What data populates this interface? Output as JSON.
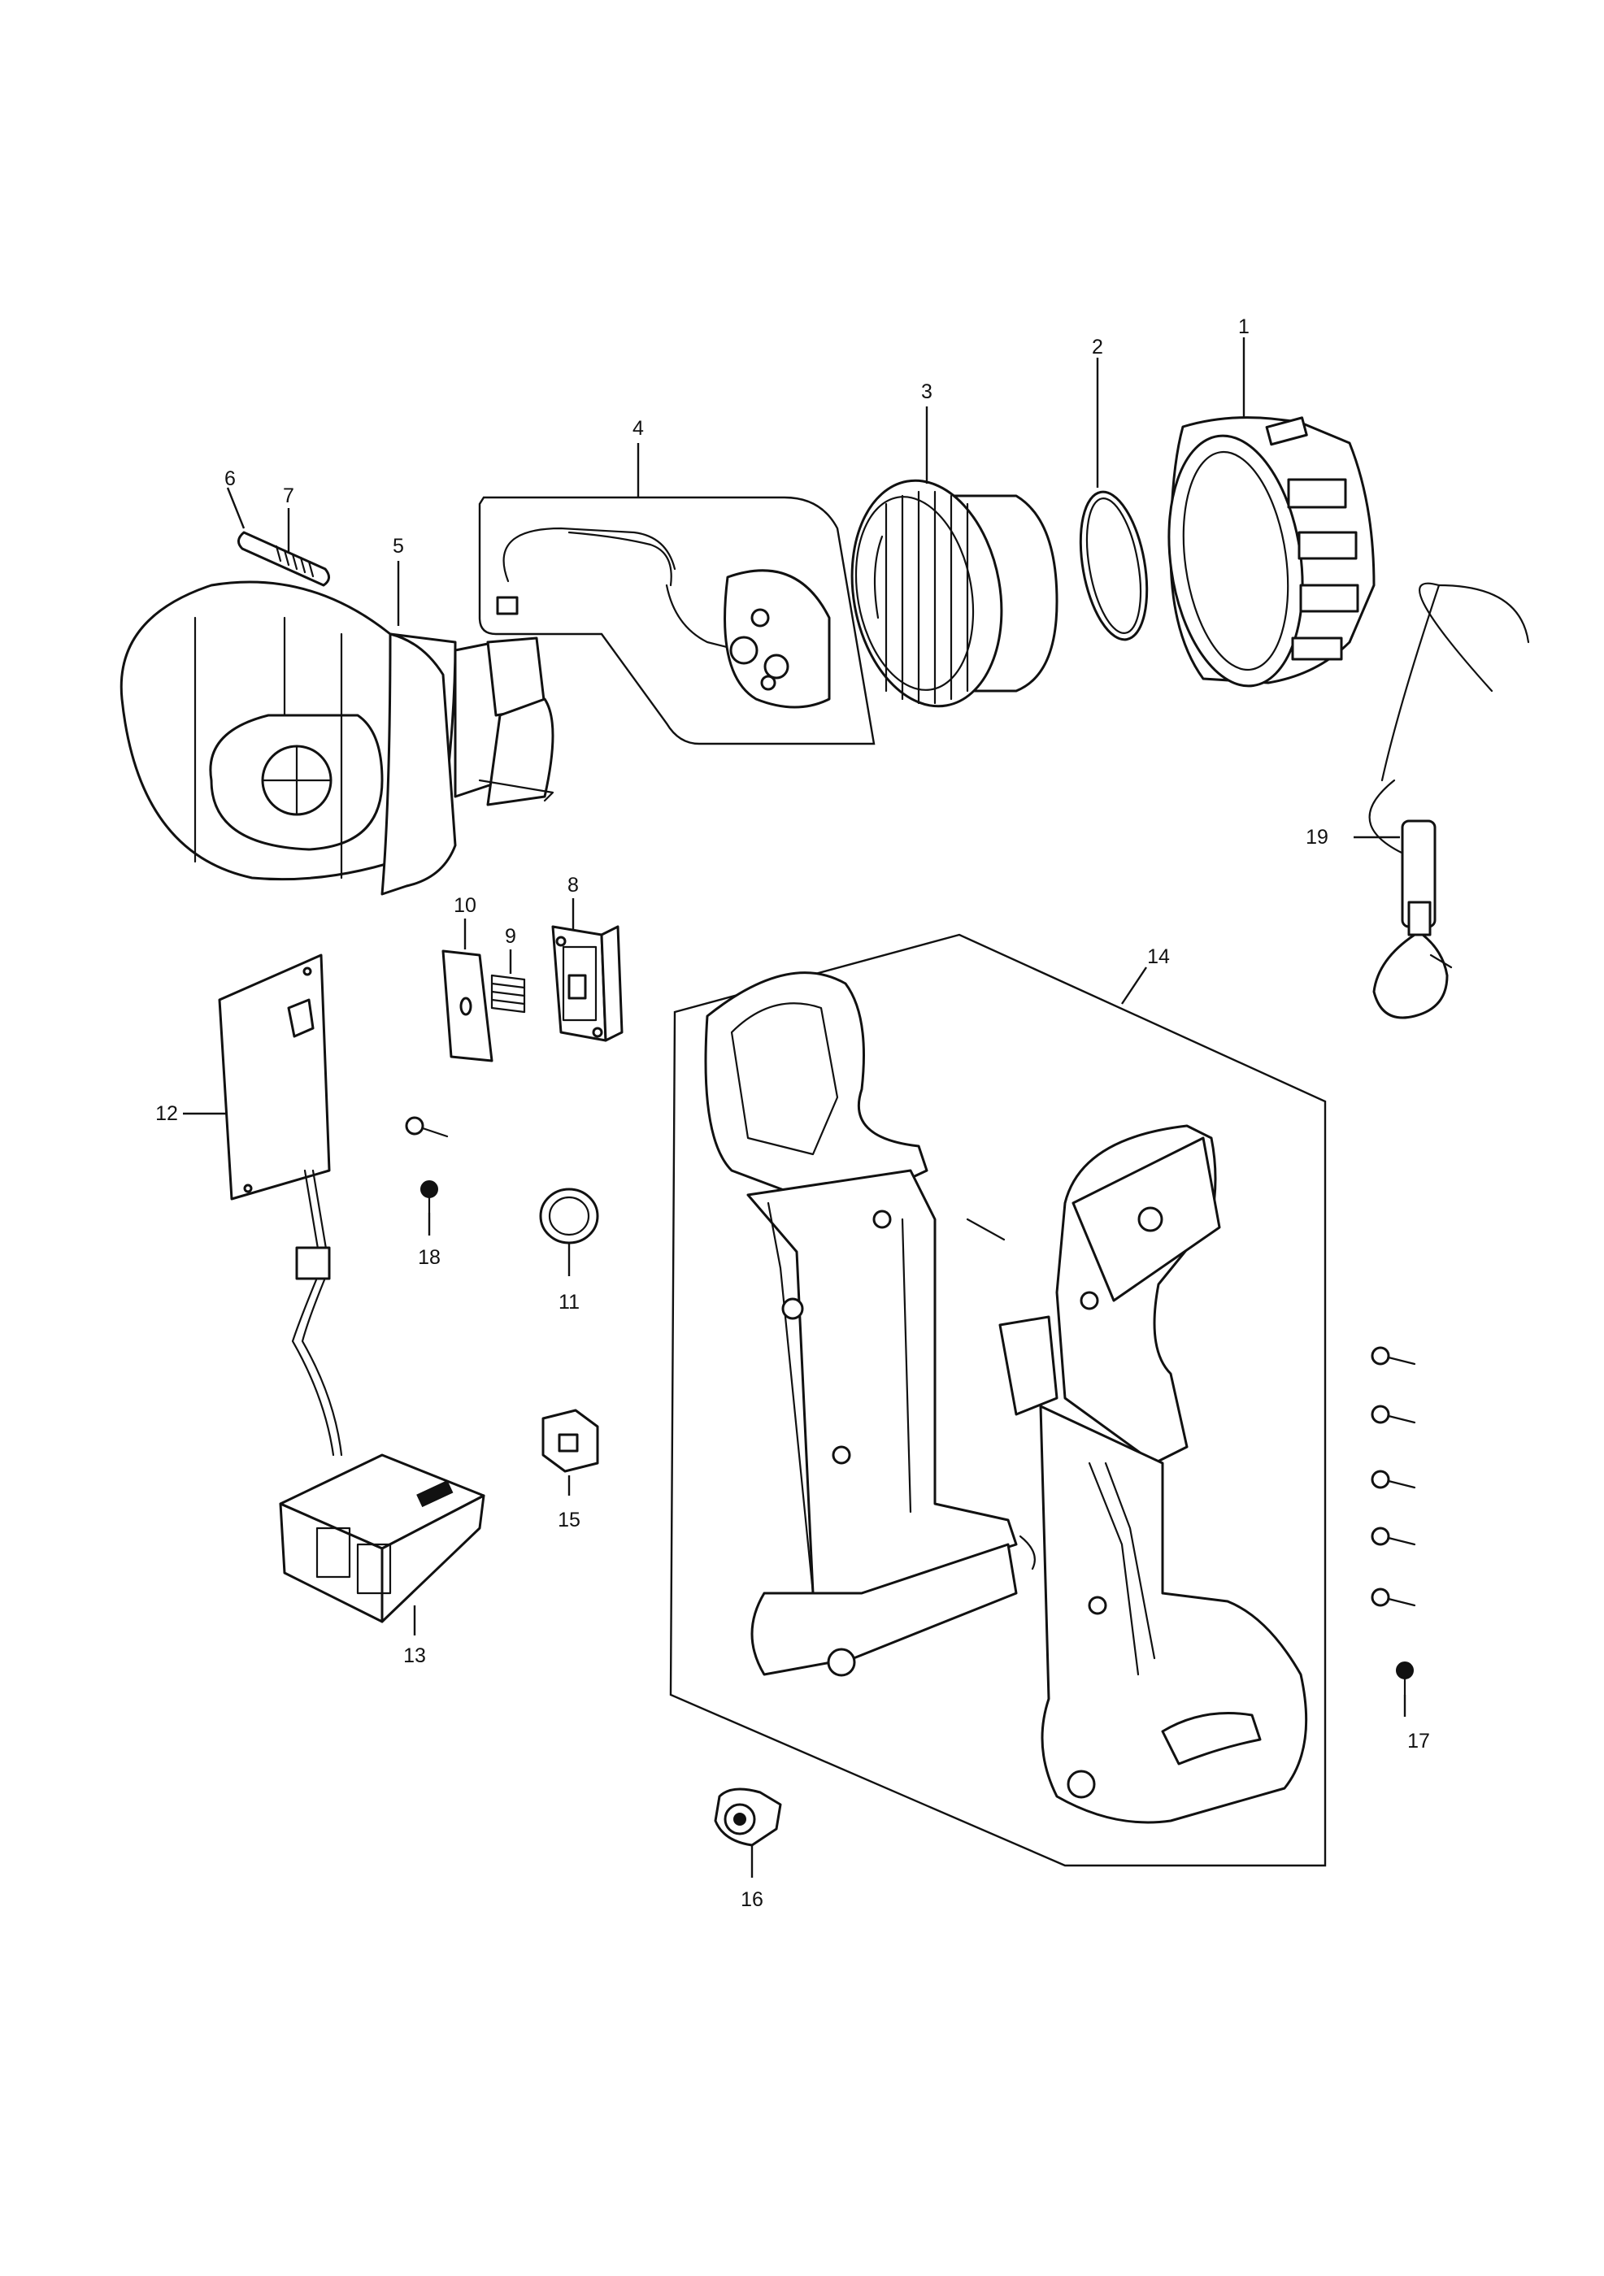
{
  "diagram": {
    "callouts": [
      "1",
      "2",
      "3",
      "4",
      "5",
      "6",
      "7",
      "8",
      "9",
      "10",
      "11",
      "12",
      "13",
      "14",
      "15",
      "16",
      "17",
      "18",
      "19"
    ],
    "colors": {
      "line": "#111111",
      "background": "#ffffff"
    }
  }
}
